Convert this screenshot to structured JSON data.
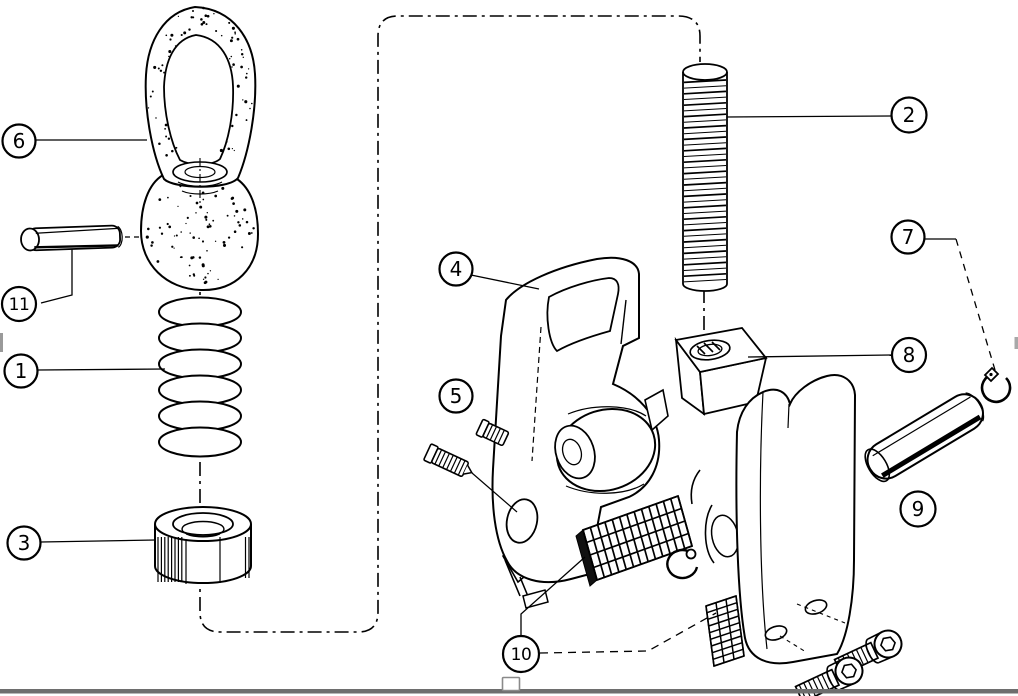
{
  "figure": {
    "kind": "exploded-parts-diagram",
    "background_color": "#ffffff",
    "line_color": "#000000",
    "footer_bar_color": "#6e6e6e"
  },
  "callouts": [
    {
      "label": "1",
      "part_name": "coil-spring"
    },
    {
      "label": "2",
      "part_name": "threaded-stud"
    },
    {
      "label": "3",
      "part_name": "knurled-swivel-nut"
    },
    {
      "label": "4",
      "part_name": "cam-jaw-bracket"
    },
    {
      "label": "5",
      "part_name": "set-screws"
    },
    {
      "label": "6",
      "part_name": "lifting-eye"
    },
    {
      "label": "7",
      "part_name": "retaining-ring"
    },
    {
      "label": "8",
      "part_name": "wedge-nut"
    },
    {
      "label": "9",
      "part_name": "pivot-pin"
    },
    {
      "label": "10",
      "part_name": "serrated-grip-pads"
    },
    {
      "label": "11",
      "part_name": "roll-pin"
    }
  ]
}
